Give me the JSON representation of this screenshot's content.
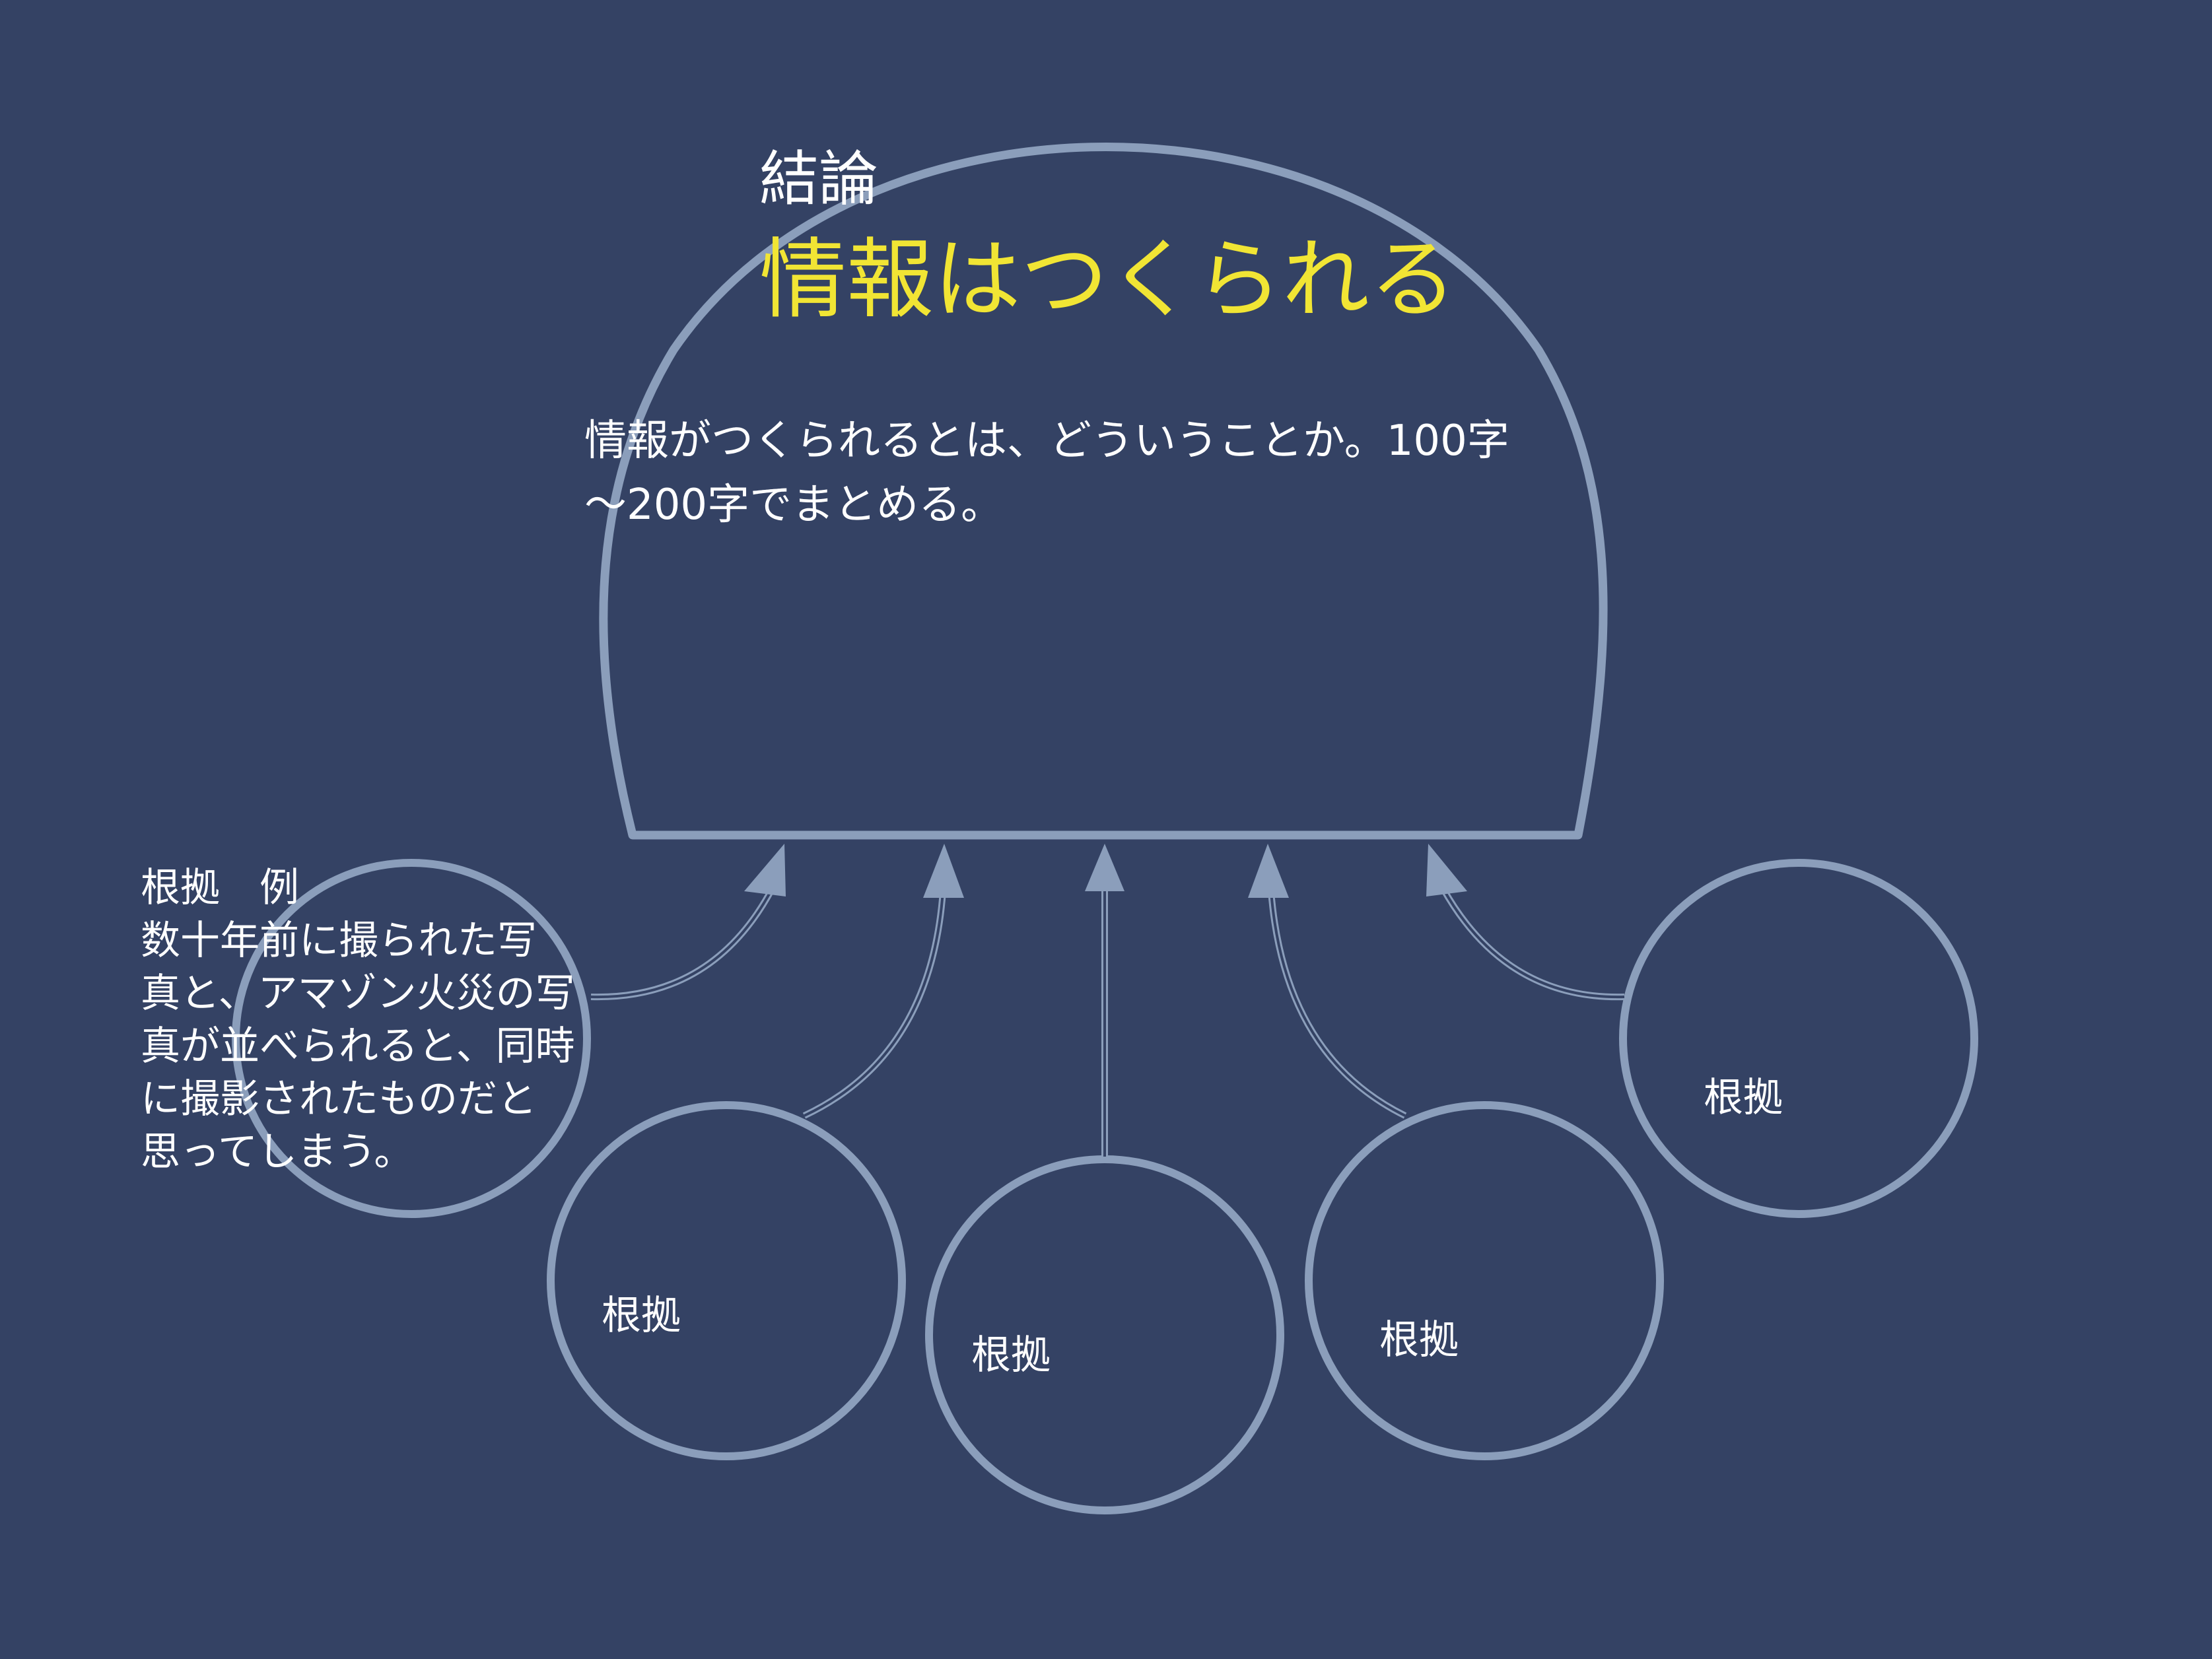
{
  "conclusion_heading": "結論",
  "conclusion_text": "情報はつくられる",
  "conclusion_description": "情報がつくられるとは、どういうことか。100字\n〜200字でまとめる。",
  "example_evidence": "根拠　例\n数十年前に撮られた写\n真と、アマゾン火災の写\n真が並べられると、同時\nに撮影されたものだと\n思ってしまう。",
  "evidence_labels": [
    "根拠",
    "根拠",
    "根拠",
    "根拠"
  ],
  "colors": {
    "background": "#344264",
    "outline": "#8b9ebb",
    "conclusion_text": "#f1e534",
    "text": "#ffffff"
  }
}
